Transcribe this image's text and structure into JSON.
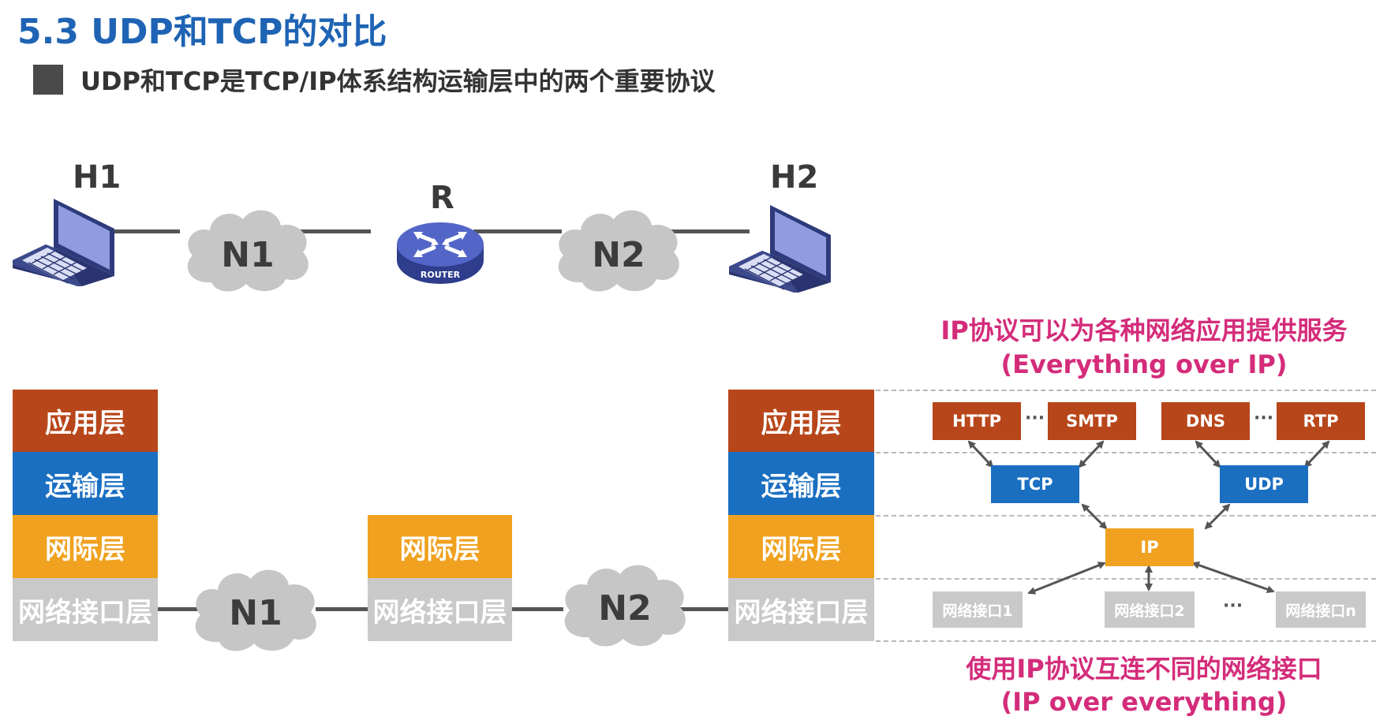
{
  "title": "5.3 UDP和TCP的对比",
  "bullet": "UDP和TCP是TCP/IP体系结构运输层中的两个重要协议",
  "topology": {
    "h1": "H1",
    "h2": "H2",
    "router": "R",
    "router_badge": "ROUTER",
    "n1": "N1",
    "n2": "N2"
  },
  "stack": {
    "app": "应用层",
    "transport": "运输层",
    "internet": "网际层",
    "link": "网络接口层"
  },
  "colors": {
    "app": "#b8461b",
    "transport": "#1a6fc1",
    "internet": "#f0a11f",
    "link": "#c9c9c9",
    "accent_pink": "#d42c7a",
    "title_blue": "#1f64b4"
  },
  "hourglass": {
    "top_line1": "IP协议可以为各种网络应用提供服务",
    "top_line2": "(Everything over IP)",
    "bottom_line1": "使用IP协议互连不同的网络接口",
    "bottom_line2": "(IP over everything)",
    "http": "HTTP",
    "smtp": "SMTP",
    "dns": "DNS",
    "rtp": "RTP",
    "tcp": "TCP",
    "udp": "UDP",
    "ip": "IP",
    "if1": "网络接口1",
    "if2": "网络接口2",
    "ifn": "网络接口n",
    "dots": "···"
  }
}
